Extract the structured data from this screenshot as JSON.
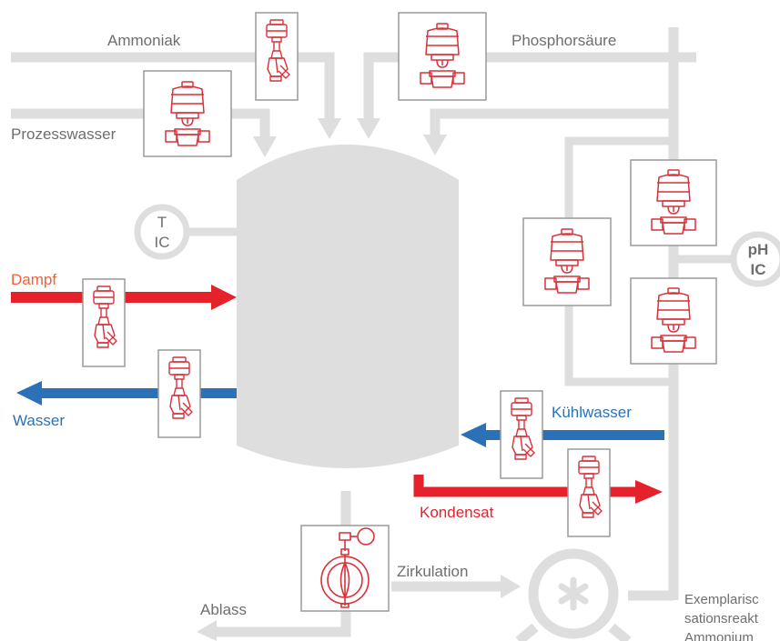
{
  "labels": {
    "ammoniak": "Ammoniak",
    "phosphorsaeure": "Phosphorsäure",
    "prozesswasser": "Prozesswasser",
    "t_instrument_top": "T",
    "t_instrument_bottom": "IC",
    "ph_instrument_top": "pH",
    "ph_instrument_bottom": "IC",
    "dampf": "Dampf",
    "wasser": "Wasser",
    "kuehlwasser": "Kühlwasser",
    "kondensat": "Kondensat",
    "zirkulation": "Zirkulation",
    "ablass": "Ablass",
    "caption_line1": "Exemplarisc",
    "caption_line2": "sationsreakt",
    "caption_line3": "Ammonium"
  },
  "colors": {
    "pipe_gray": "#dedede",
    "steam_red": "#e5222b",
    "water_blue": "#2b71b8",
    "valve_red": "#d9313a",
    "frame_gray": "#9a9a9a"
  },
  "icons": {
    "angle_seat_valve": "angle-seat-valve-icon",
    "diaphragm_valve": "diaphragm-valve-icon",
    "butterfly_valve": "butterfly-valve-icon",
    "pump": "pump-icon"
  }
}
